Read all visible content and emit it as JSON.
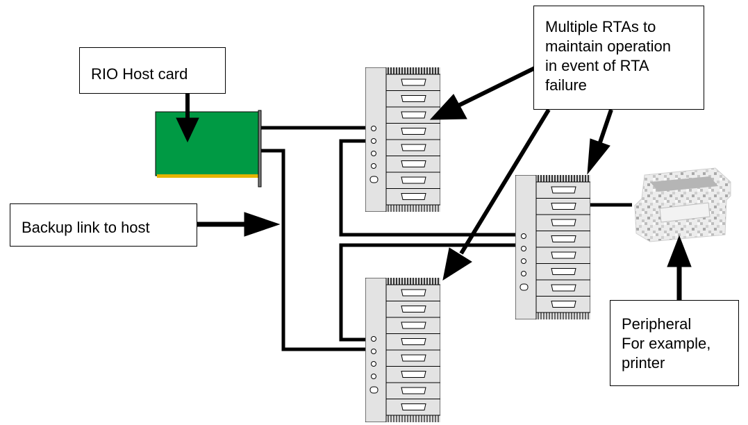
{
  "labels": {
    "host_card": "RIO Host card",
    "backup_link": "Backup link to host",
    "multiple_rtas": [
      "Multiple RTAs to",
      "maintain operation",
      "in event of RTA",
      "failure"
    ],
    "peripheral": [
      "Peripheral",
      "For example,",
      "printer"
    ]
  },
  "colors": {
    "card_green": "#009a44",
    "card_edge": "#e6b400",
    "rta_body": "#e3e3e3",
    "line": "#000000"
  },
  "icons": {
    "host_card": "pci-card-icon",
    "rta": "rta-module-icon",
    "peripheral": "printer-icon"
  }
}
